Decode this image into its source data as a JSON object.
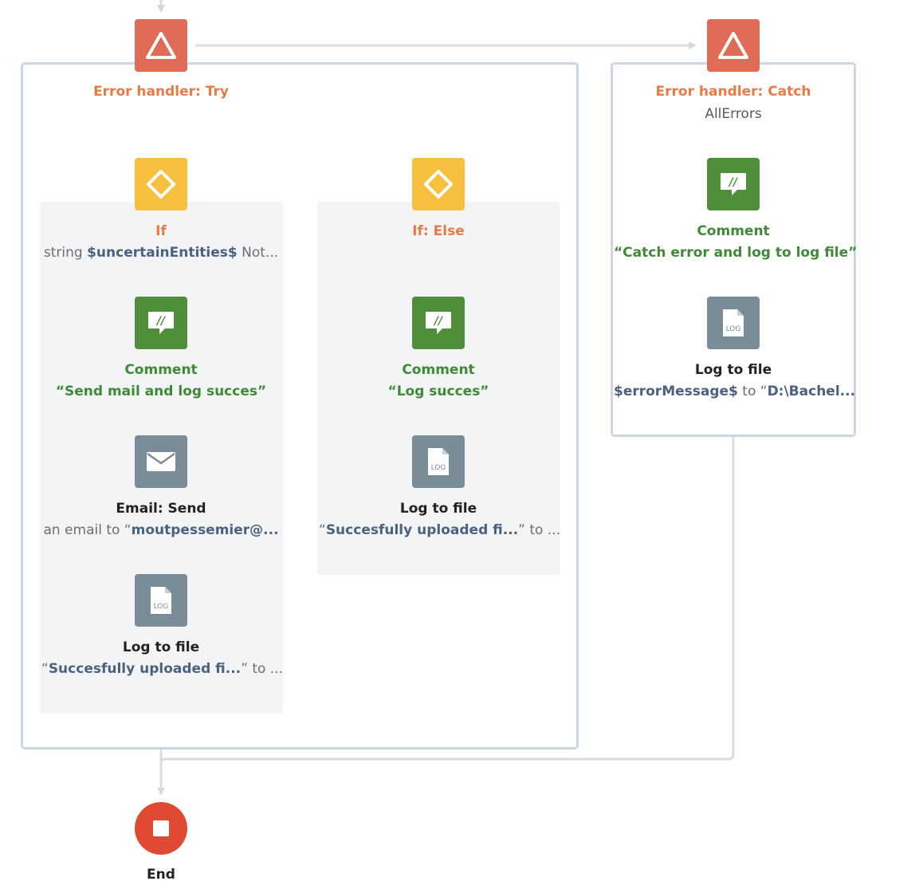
{
  "colors": {
    "error_handler": "#e06b57",
    "if": "#f7c13f",
    "comment": "#4f8f3c",
    "action_grey": "#7b8c99",
    "end": "#e04a32",
    "label_orange": "#ea7a45",
    "label_green": "#3f8a36",
    "variable_blue": "#49627e",
    "panel_border": "#c9d8e4",
    "connector": "#d9dcdf"
  },
  "try_block": {
    "label": "Error handler: Try",
    "icon": "warning-triangle-icon"
  },
  "catch_block": {
    "label": "Error handler: Catch",
    "error_type": "AllErrors",
    "icon": "warning-triangle-icon",
    "comment": {
      "label": "Comment",
      "text": "“Catch error and log to log file”",
      "icon": "comment-icon"
    },
    "log": {
      "label": "Log to file",
      "var": "$errorMessage$",
      "mid": " to “",
      "path": "D:\\Bachel...",
      "icon": "log-file-icon"
    }
  },
  "if_branch": {
    "label": "If",
    "icon": "diamond-icon",
    "condition_prefix": "string ",
    "condition_var": "$uncertainEntities$",
    "condition_suffix": " Not...",
    "comment": {
      "label": "Comment",
      "text": "“Send mail and log succes”",
      "icon": "comment-icon"
    },
    "email": {
      "label": "Email: Send",
      "prefix": "an email to “",
      "value": "moutpessemier@...",
      "icon": "envelope-icon"
    },
    "log": {
      "label": "Log to file",
      "quote_open": "“",
      "value": "Succesfully uploaded fi...",
      "suffix": "” to ...",
      "icon": "log-file-icon"
    }
  },
  "else_branch": {
    "label": "If: Else",
    "icon": "diamond-icon",
    "comment": {
      "label": "Comment",
      "text": "“Log succes”",
      "icon": "comment-icon"
    },
    "log": {
      "label": "Log to file",
      "quote_open": "“",
      "value": "Succesfully uploaded fi...",
      "suffix": "” to ...",
      "icon": "log-file-icon"
    }
  },
  "end": {
    "label": "End",
    "icon": "stop-icon"
  },
  "icon_text": {
    "log": "LOG",
    "comment": "//"
  }
}
